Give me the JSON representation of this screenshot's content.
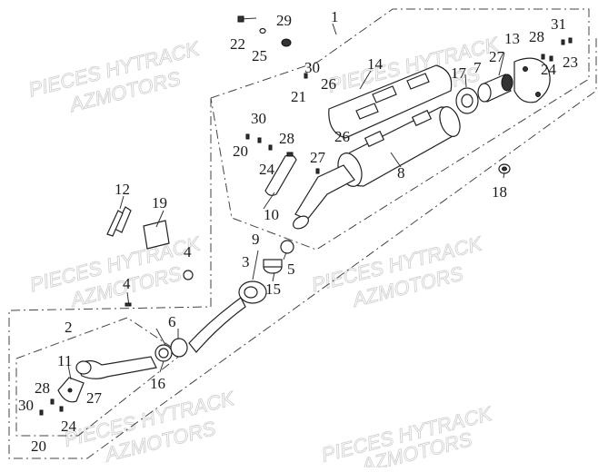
{
  "watermark": {
    "line1": "PIECES HYTRACK",
    "line2": "AZMOTORS"
  },
  "callouts": [
    {
      "id": "c1",
      "text": "1"
    },
    {
      "id": "c2",
      "text": "2"
    },
    {
      "id": "c3",
      "text": "3"
    },
    {
      "id": "c4a",
      "text": "4"
    },
    {
      "id": "c4b",
      "text": "4"
    },
    {
      "id": "c5",
      "text": "5"
    },
    {
      "id": "c6",
      "text": "6"
    },
    {
      "id": "c7",
      "text": "7"
    },
    {
      "id": "c8",
      "text": "8"
    },
    {
      "id": "c9",
      "text": "9"
    },
    {
      "id": "c10",
      "text": "10"
    },
    {
      "id": "c11",
      "text": "11"
    },
    {
      "id": "c12",
      "text": "12"
    },
    {
      "id": "c13",
      "text": "13"
    },
    {
      "id": "c14",
      "text": "14"
    },
    {
      "id": "c15",
      "text": "15"
    },
    {
      "id": "c16",
      "text": "16"
    },
    {
      "id": "c17",
      "text": "17"
    },
    {
      "id": "c18",
      "text": "18"
    },
    {
      "id": "c19",
      "text": "19"
    },
    {
      "id": "c20a",
      "text": "20"
    },
    {
      "id": "c20b",
      "text": "20"
    },
    {
      "id": "c21",
      "text": "21"
    },
    {
      "id": "c22",
      "text": "22"
    },
    {
      "id": "c23",
      "text": "23"
    },
    {
      "id": "c24a",
      "text": "24"
    },
    {
      "id": "c24b",
      "text": "24"
    },
    {
      "id": "c24c",
      "text": "24"
    },
    {
      "id": "c25",
      "text": "25"
    },
    {
      "id": "c26a",
      "text": "26"
    },
    {
      "id": "c26b",
      "text": "26"
    },
    {
      "id": "c27a",
      "text": "27"
    },
    {
      "id": "c27b",
      "text": "27"
    },
    {
      "id": "c27c",
      "text": "27"
    },
    {
      "id": "c28a",
      "text": "28"
    },
    {
      "id": "c28b",
      "text": "28"
    },
    {
      "id": "c28c",
      "text": "28"
    },
    {
      "id": "c29",
      "text": "29"
    },
    {
      "id": "c30a",
      "text": "30"
    },
    {
      "id": "c30b",
      "text": "30"
    },
    {
      "id": "c30c",
      "text": "30"
    },
    {
      "id": "c31",
      "text": "31"
    }
  ]
}
